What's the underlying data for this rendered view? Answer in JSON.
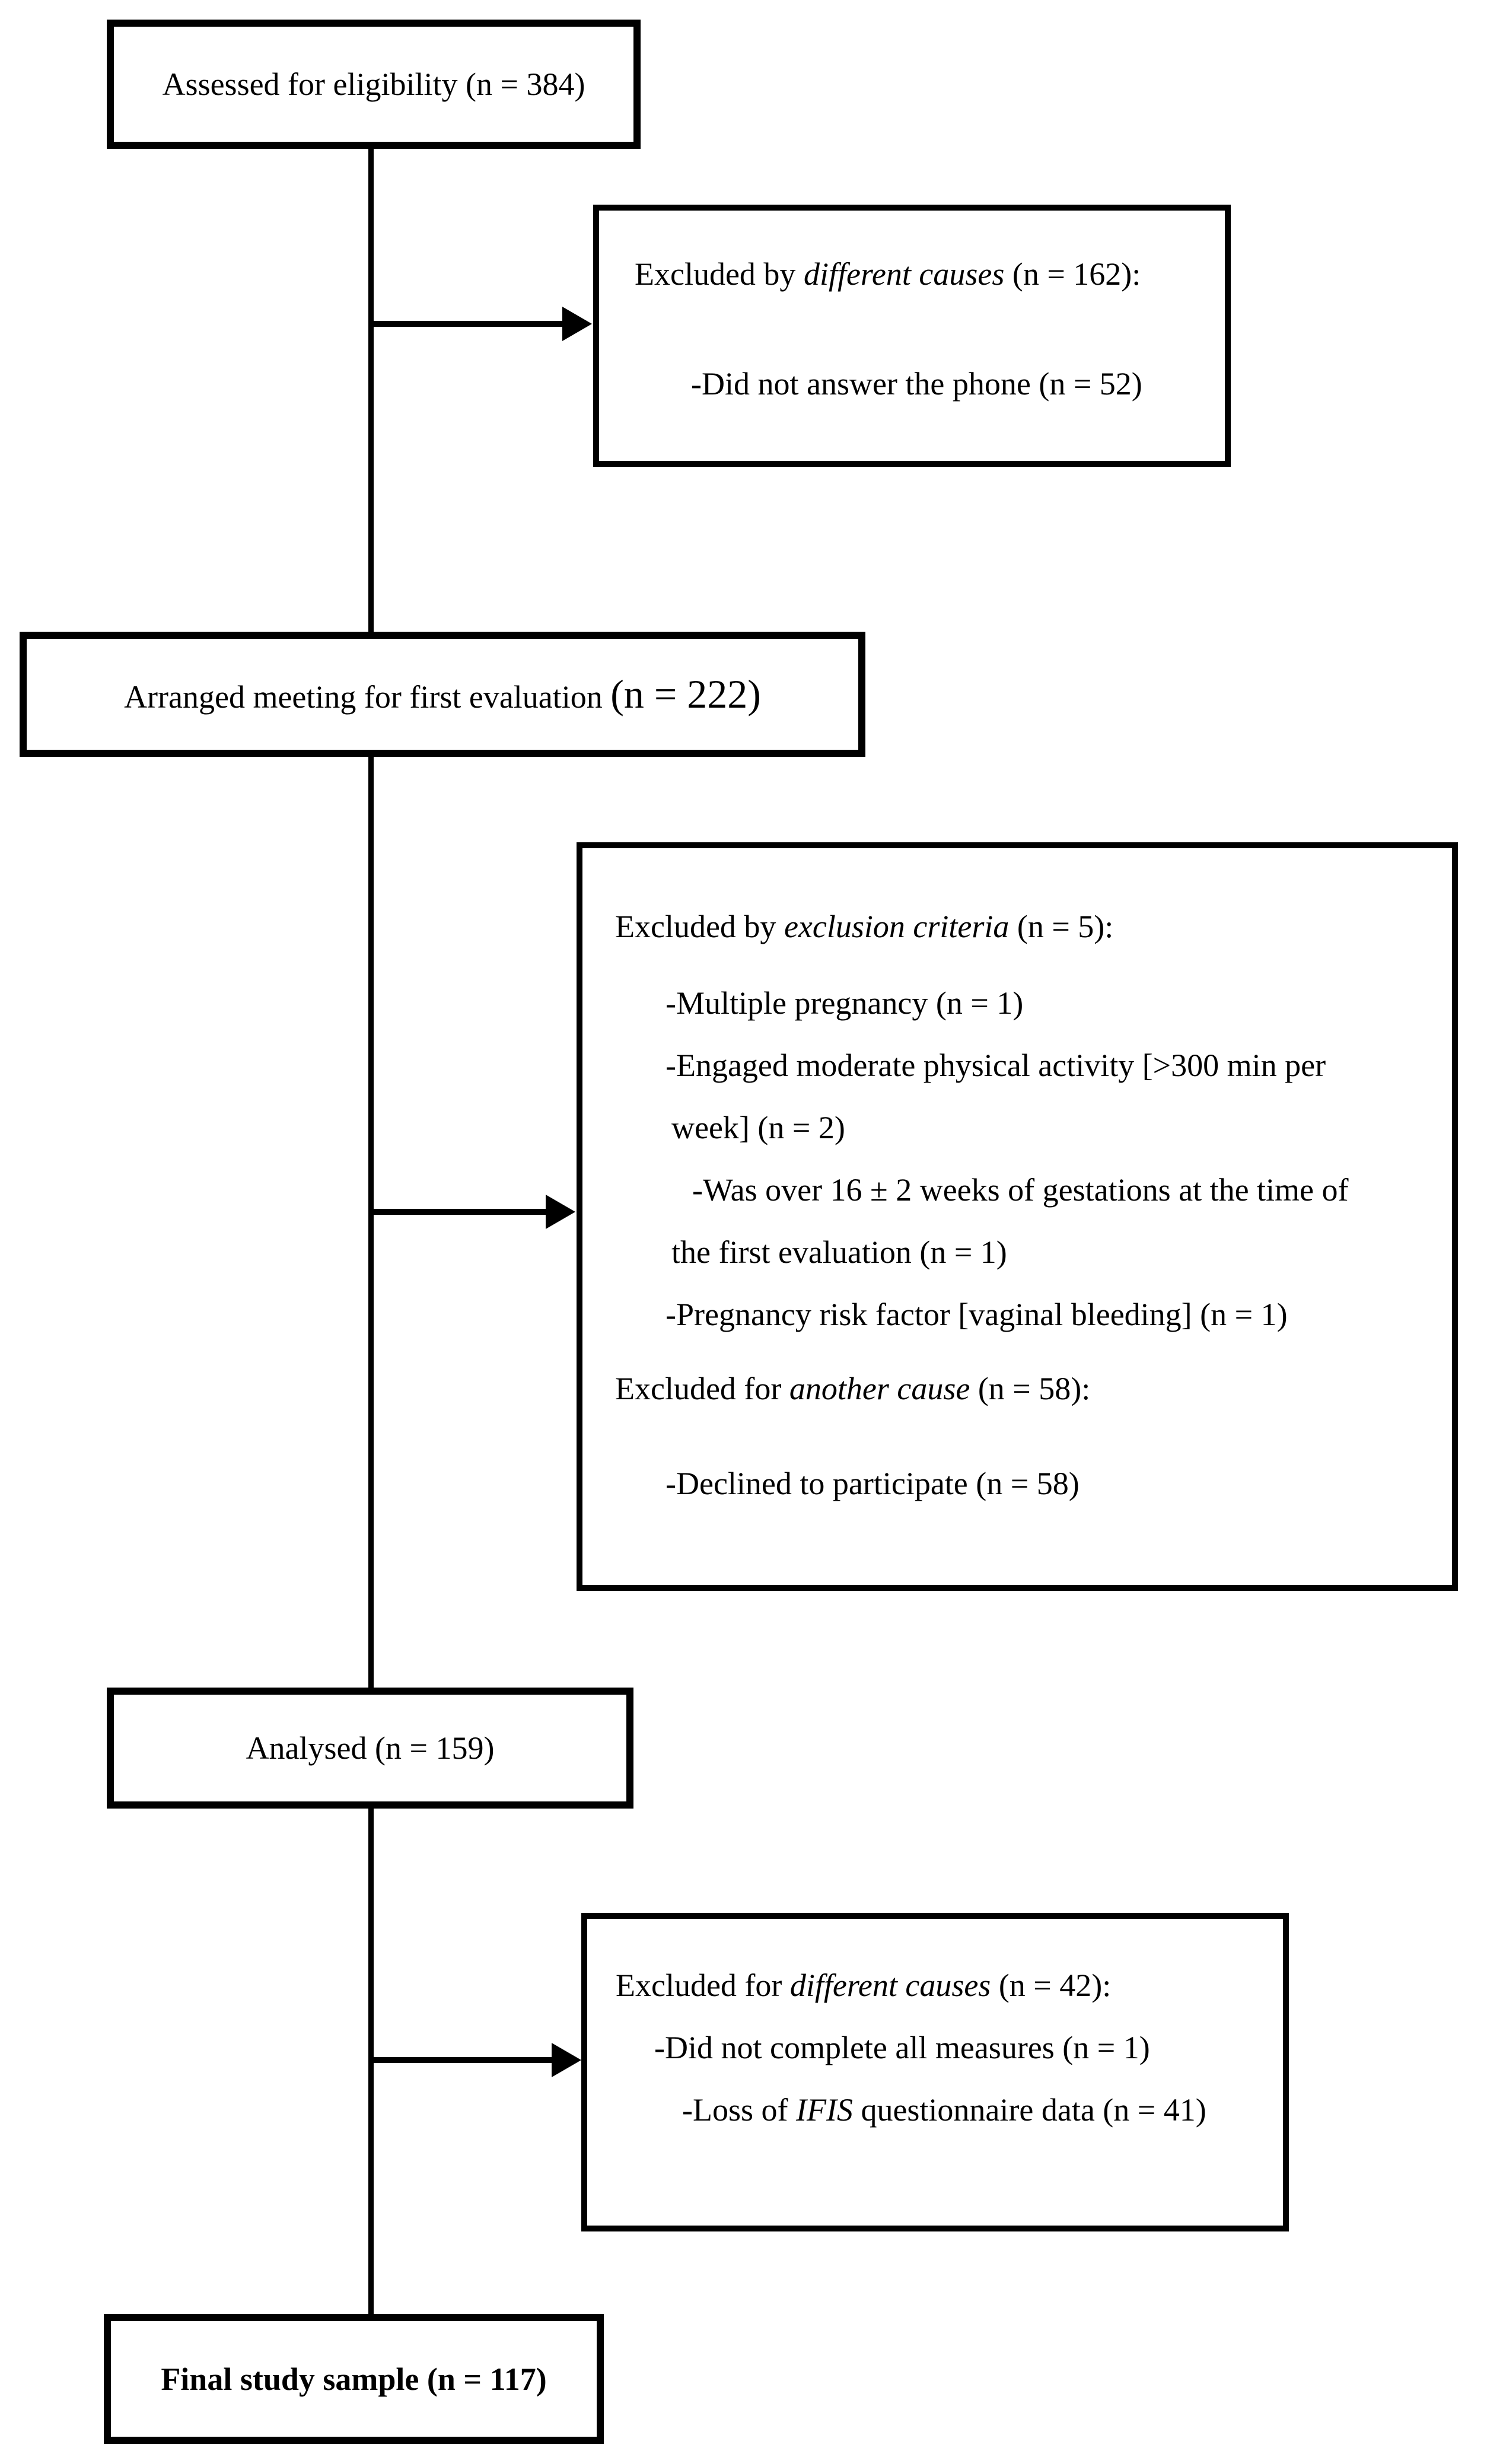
{
  "colors": {
    "ink": "#000000",
    "paper": "#ffffff"
  },
  "flow": {
    "assessed": {
      "label": "Assessed for eligibility (n = 384)"
    },
    "excluded_recruitment": {
      "header_pre": "Excluded by ",
      "header_italic": "different causes",
      "header_post": " (n = 162):",
      "item1": "-Did not answer the phone (n = 52)"
    },
    "arranged": {
      "label_main": "Arranged meeting for first evaluation ",
      "label_n": "(n = 222)"
    },
    "excluded_evaluation": {
      "header1_pre": "Excluded by ",
      "header1_italic": "exclusion criteria",
      "header1_post": " (n = 5):",
      "item_multiple": "-Multiple pregnancy (n = 1)",
      "item_activity_line1": "-Engaged moderate physical activity [>300 min per",
      "item_activity_line2": "week] (n = 2)",
      "item_gestation_line1": "-Was over 16 ± 2 weeks of gestations at the time of",
      "item_gestation_line2": "the first evaluation (n = 1)",
      "item_risk": "-Pregnancy risk factor [vaginal bleeding] (n = 1)",
      "header2_pre": "Excluded for ",
      "header2_italic": "another cause",
      "header2_post": " (n = 58):",
      "item_declined": "-Declined to participate (n = 58)"
    },
    "analysed": {
      "label": "Analysed (n = 159)"
    },
    "excluded_analysis": {
      "header_pre": "Excluded for ",
      "header_italic": "different causes",
      "header_post": " (n = 42):",
      "item1": "-Did not complete all measures (n = 1)",
      "item2_pre": "-Loss of ",
      "item2_italic": "IFIS",
      "item2_post": " questionnaire data (n = 41)"
    },
    "final": {
      "label": "Final study sample (n = 117)"
    }
  }
}
